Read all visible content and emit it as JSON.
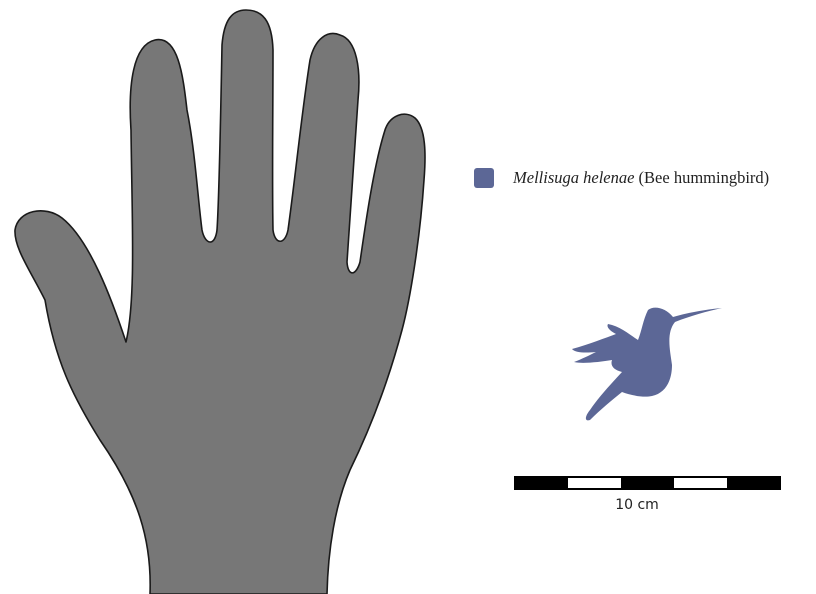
{
  "legend": {
    "species": "Mellisuga helenae",
    "common_name": "(Bee hummingbird)",
    "swatch_color": "#5c6796"
  },
  "hand": {
    "fill_color": "#777777",
    "outline_color": "#1a1a1a"
  },
  "bird": {
    "fill_color": "#5c6796"
  },
  "scale_bar": {
    "label": "10 cm",
    "segment_count": 5,
    "colors": [
      "#000000",
      "#ffffff",
      "#000000",
      "#ffffff",
      "#000000"
    ]
  }
}
